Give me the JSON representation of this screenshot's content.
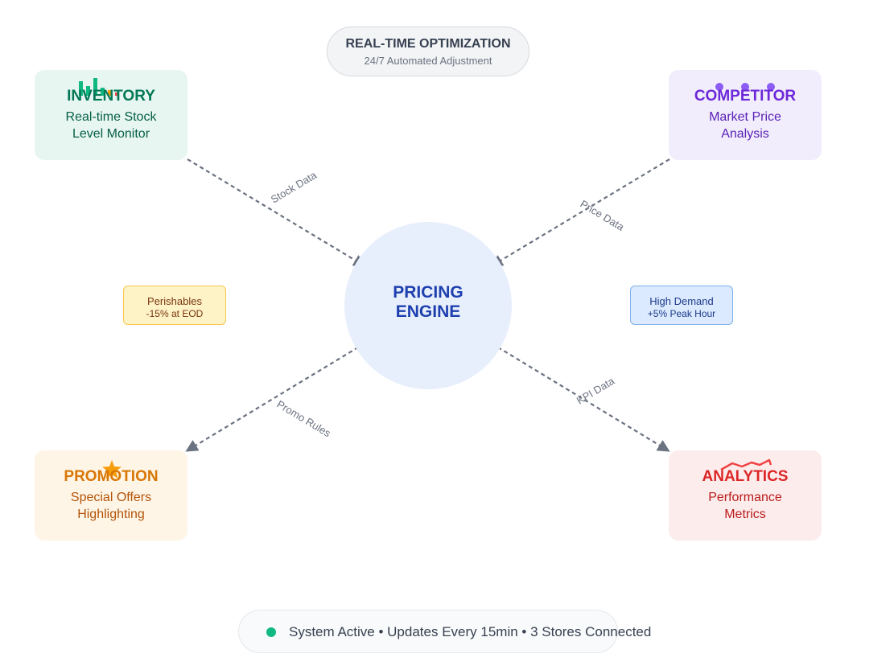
{
  "header": {
    "title": "REAL-TIME OPTIMIZATION",
    "subtitle": "24/7 Automated Adjustment"
  },
  "engine": {
    "line1": "PRICING",
    "line2": "ENGINE",
    "color": "#1e40af"
  },
  "nodes": {
    "inventory": {
      "title": "INVENTORY",
      "line1": "Real-time Stock",
      "line2": "Level Monitor",
      "icon": "bar-chart-icon"
    },
    "competitor": {
      "title": "COMPETITOR",
      "line1": "Market Price",
      "line2": "Analysis",
      "icon": "dots-icon"
    },
    "promotion": {
      "title": "PROMOTION",
      "line1": "Special Offers",
      "line2": "Highlighting",
      "icon": "star-icon"
    },
    "analytics": {
      "title": "ANALYTICS",
      "line1": "Performance",
      "line2": "Metrics",
      "icon": "line-chart-icon"
    }
  },
  "edges": {
    "stock": "Stock Data",
    "price": "Price Data",
    "promo": "Promo Rules",
    "kpi": "KPI Data"
  },
  "notes": {
    "perishables": {
      "line1": "Perishables",
      "line2": "-15% at EOD"
    },
    "demand": {
      "line1": "High Demand",
      "line2": "+5% Peak Hour"
    }
  },
  "status": {
    "text": "System Active • Updates Every 15min • 3 Stores Connected",
    "color": "#10b981"
  }
}
